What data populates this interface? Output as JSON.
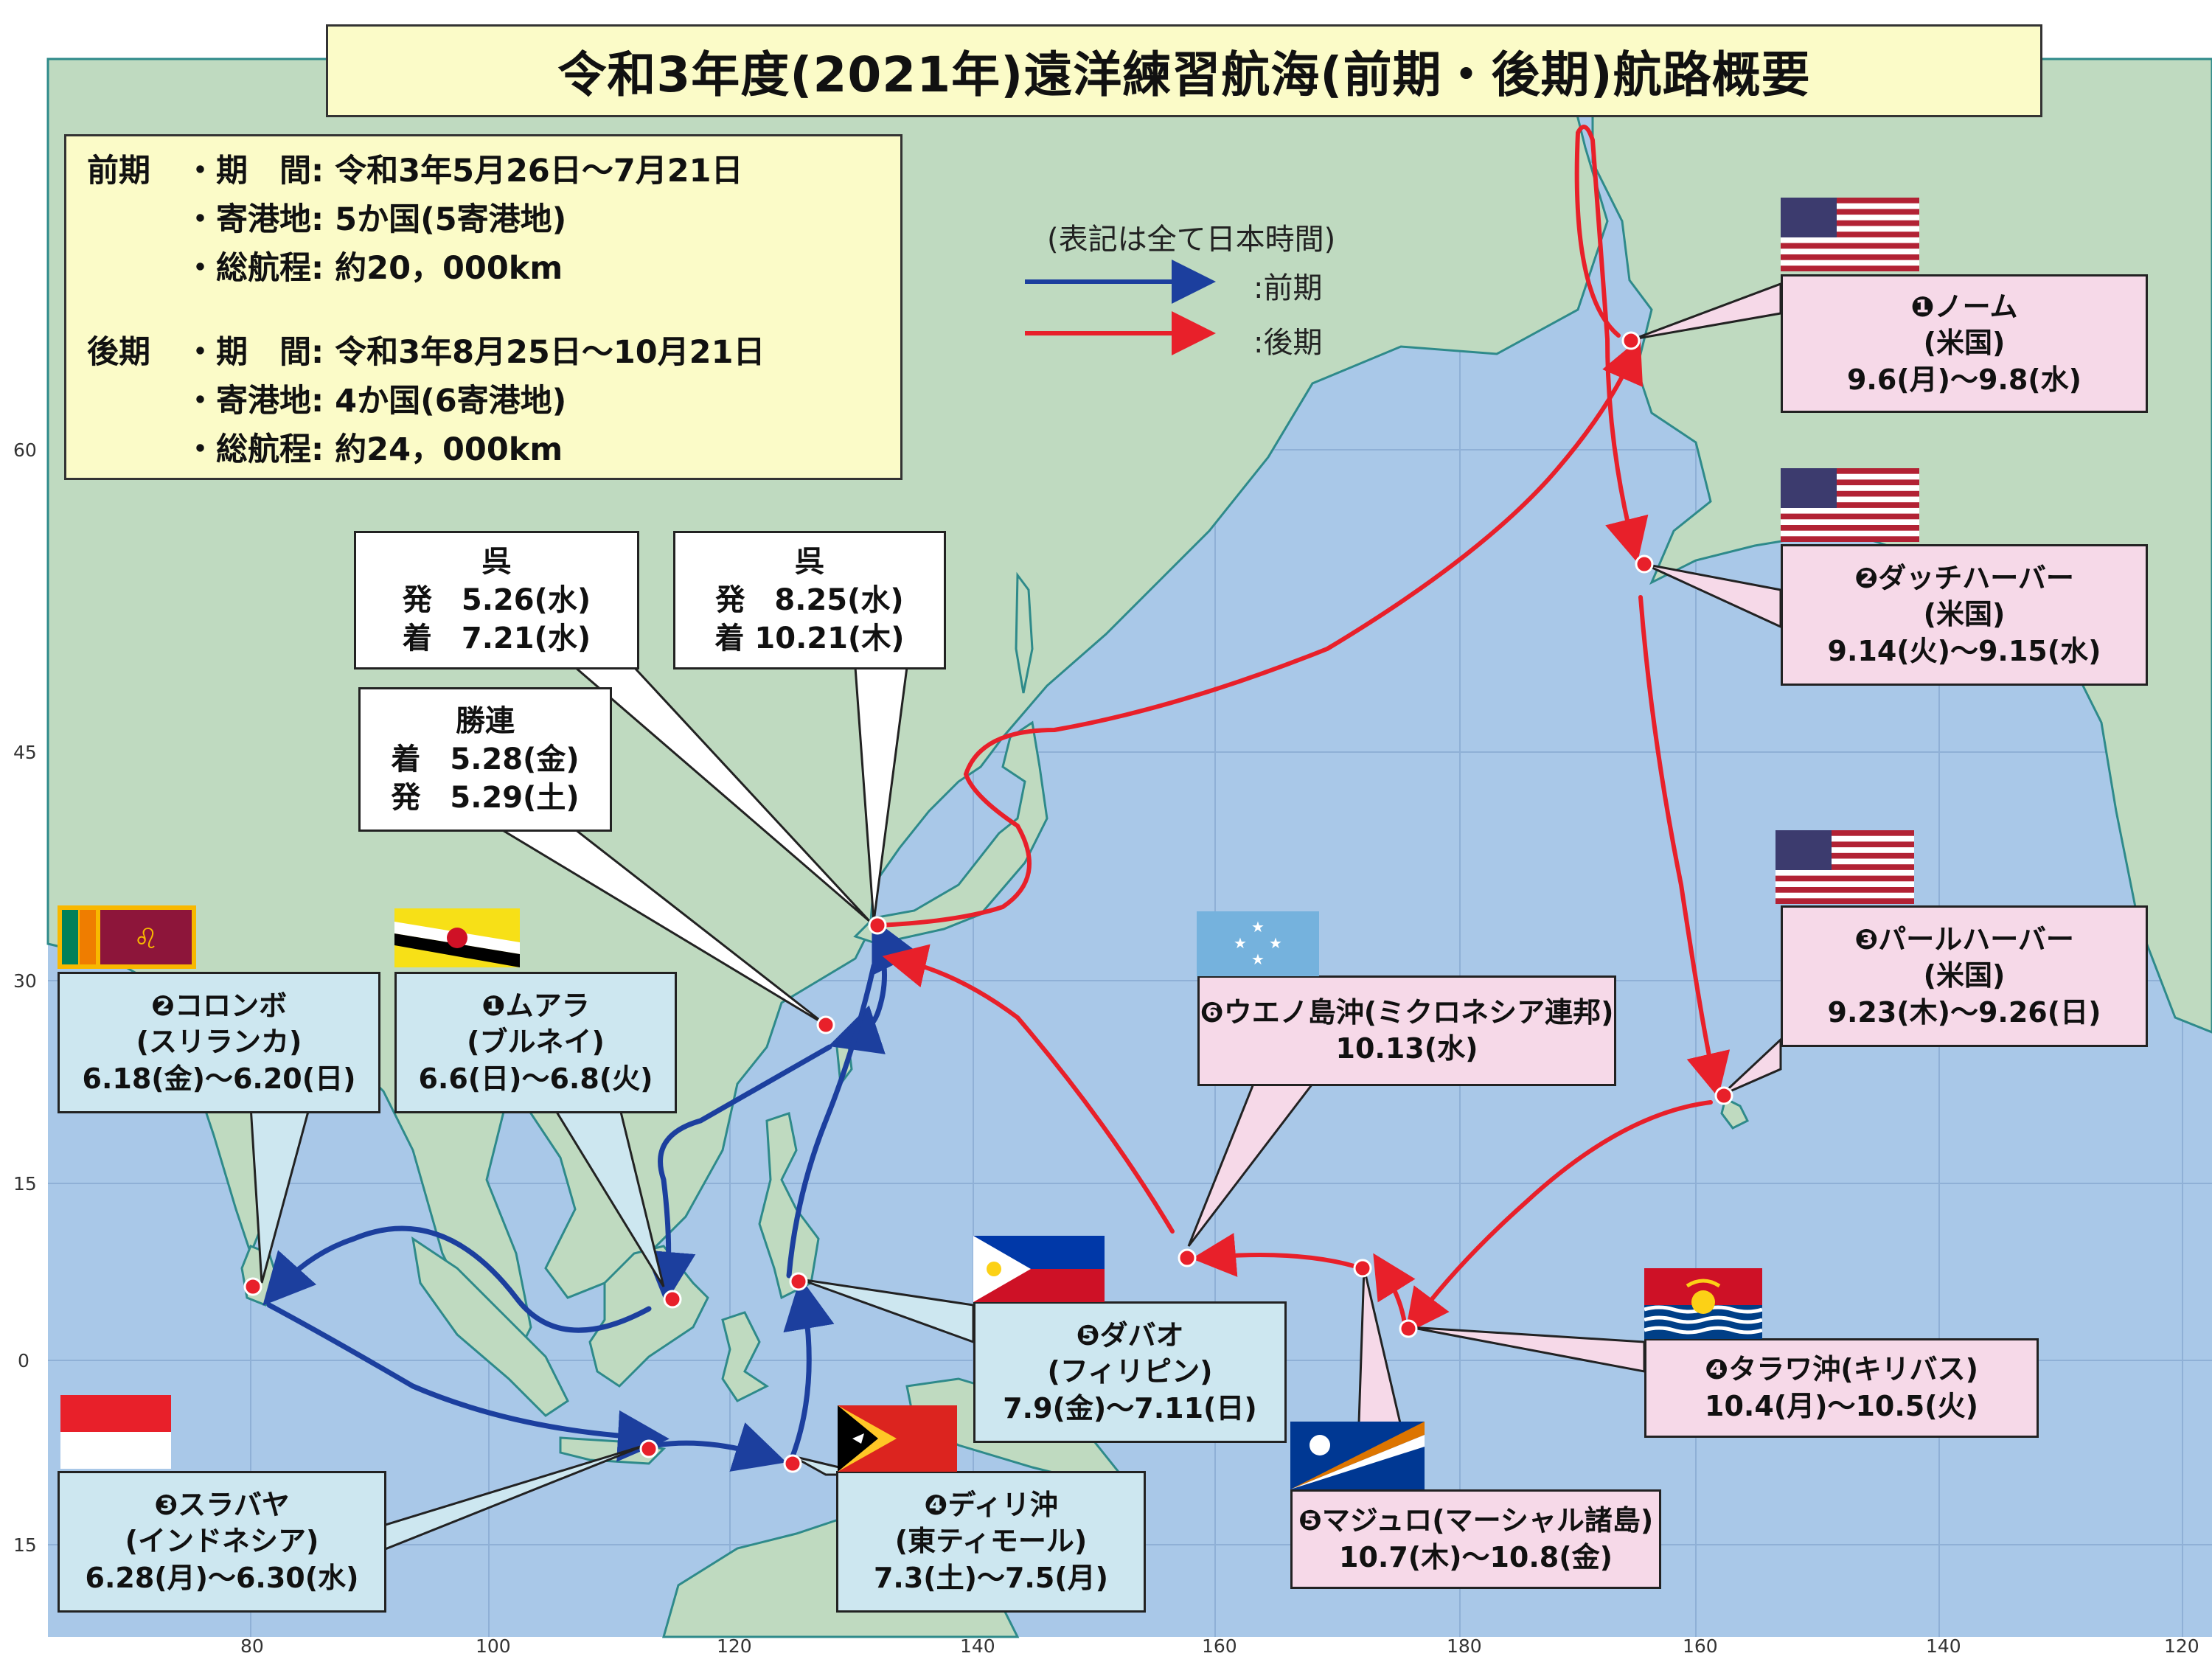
{
  "title": "令和3年度(2021年)遠洋練習航海(前期・後期)航路概要",
  "axes": {
    "lon_labels": [
      "80",
      "100",
      "120",
      "140",
      "160",
      "180",
      "160",
      "140",
      "120"
    ],
    "lat_labels": [
      "60",
      "45",
      "30",
      "15",
      "0",
      "15"
    ]
  },
  "info": {
    "first_label": "前期",
    "first_period": "・期　間: 令和3年5月26日～7月21日",
    "first_ports": "・寄港地: 5か国(5寄港地)",
    "first_distance": "・総航程: 約20，000km",
    "second_label": "後期",
    "second_period": "・期　間: 令和3年8月25日～10月21日",
    "second_ports": "・寄港地: 4か国(6寄港地)",
    "second_distance": "・総航程: 約24，000km"
  },
  "legend": {
    "note": "(表記は全て日本時間)",
    "first": ":前期",
    "second": ":後期",
    "first_color": "#1c3f9e",
    "second_color": "#e8202a"
  },
  "ports": {
    "kure_first": {
      "name": "呉",
      "l1": "発　5.26(水)",
      "l2": "着　7.21(水)"
    },
    "kure_second": {
      "name": "呉",
      "l1": "発　8.25(水)",
      "l2": "着 10.21(木)"
    },
    "katsuren": {
      "name": "勝連",
      "l1": "着　5.28(金)",
      "l2": "発　5.29(土)"
    },
    "colombo": {
      "name": "❷コロンボ",
      "country": "(スリランカ)",
      "date": "6.18(金)～6.20(日)"
    },
    "muara": {
      "name": "❶ムアラ",
      "country": "(ブルネイ)",
      "date": "6.6(日)～6.8(火)"
    },
    "surabaya": {
      "name": "❸スラバヤ",
      "country": "(インドネシア)",
      "date": "6.28(月)～6.30(水)"
    },
    "dili": {
      "name": "❹ディリ沖",
      "country": "(東ティモール)",
      "date": "7.3(土)～7.5(月)"
    },
    "davao": {
      "name": "❺ダバオ",
      "country": "(フィリピン)",
      "date": "7.9(金)～7.11(日)"
    },
    "nome": {
      "name": "❶ノーム",
      "country": "(米国)",
      "date": "9.6(月)～9.8(水)"
    },
    "dutch": {
      "name": "❷ダッチハーバー",
      "country": "(米国)",
      "date": "9.14(火)～9.15(水)"
    },
    "pearl": {
      "name": "❸パールハーバー",
      "country": "(米国)",
      "date": "9.23(木)～9.26(日)"
    },
    "tarawa": {
      "name": "❹タラワ沖(キリバス)",
      "date": "10.4(月)～10.5(火)"
    },
    "majuro": {
      "name": "❺マジュロ(マーシャル諸島)",
      "date": "10.7(木)～10.8(金)"
    },
    "weno": {
      "name": "❻ウエノ島沖(ミクロネシア連邦)",
      "date": "10.13(水)"
    }
  },
  "flags": [
    "sri-lanka",
    "brunei",
    "indonesia",
    "timor-leste",
    "philippines",
    "usa",
    "usa",
    "usa",
    "micronesia",
    "marshall-islands",
    "kiribati"
  ],
  "colors": {
    "sea": "#a9c8e8",
    "land": "#bfdac0",
    "coast": "#2e8a8a"
  }
}
